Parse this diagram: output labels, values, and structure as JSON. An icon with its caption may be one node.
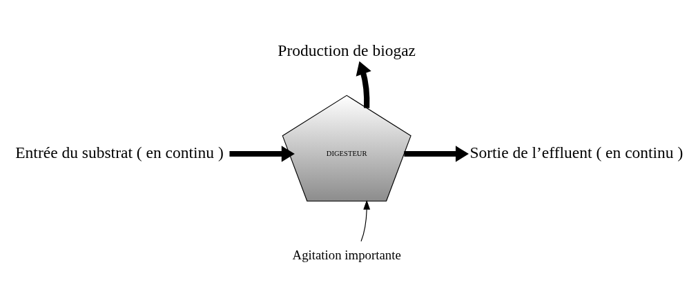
{
  "diagram": {
    "nodes": [
      {
        "text": [
          "Entrée du substrat ( en continu )"
        ]
      },
      {
        "text": [
          "DIGESTEUR"
        ]
      },
      {
        "text": [
          "Production de biogaz"
        ]
      },
      {
        "text": [
          "Sortie de l’effluent ( en continu )"
        ]
      },
      {
        "text": [
          "Agitation importante"
        ]
      }
    ],
    "edges": [
      {
        "from": 0,
        "to": 1,
        "arrow": "to"
      },
      {
        "from": 1,
        "to": 2,
        "arrow": "to"
      },
      {
        "from": 1,
        "to": 3,
        "arrow": "to"
      },
      {
        "from": 4,
        "to": 1,
        "arrow": "to"
      }
    ]
  }
}
